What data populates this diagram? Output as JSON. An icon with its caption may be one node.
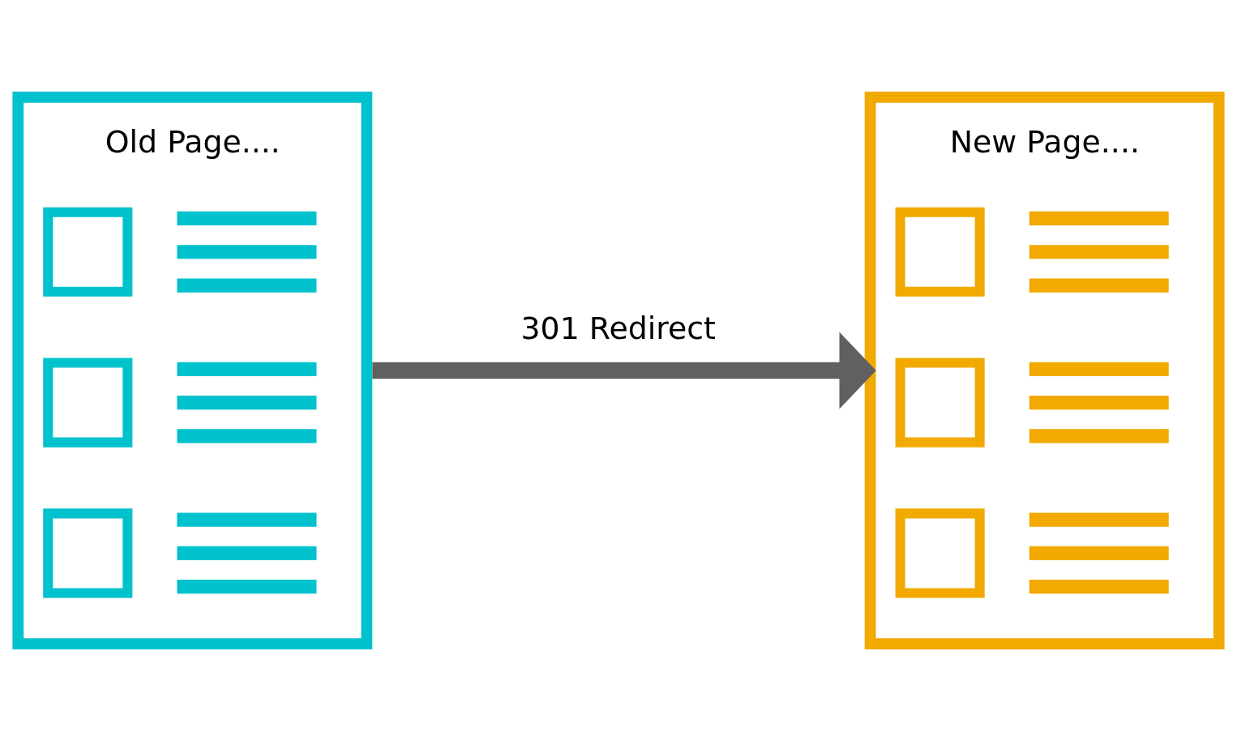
{
  "diagram": {
    "nodes": [
      {
        "text": [
          "Old Page...."
        ]
      },
      {
        "text": [
          "New Page...."
        ]
      }
    ],
    "edges": [
      {
        "from": 0,
        "to": 1,
        "arrow": "to",
        "label": "301 Redirect"
      }
    ]
  }
}
